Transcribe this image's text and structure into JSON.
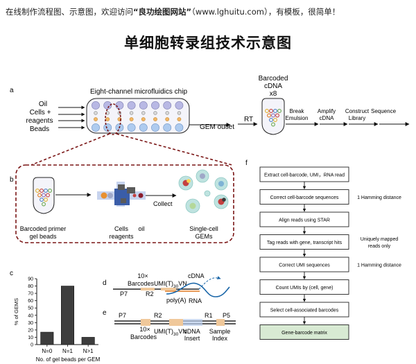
{
  "banner": {
    "prefix": "在线制作流程图、示意图，欢迎访问",
    "site_name": "“良功绘图网站”",
    "suffix": "（www.lghuitu.com），有模板，很简单！"
  },
  "title": "单细胞转录组技术示意图",
  "panel_a": {
    "letter": "a",
    "inputs": [
      "Oil",
      "Cells +",
      "reagents",
      "Beads"
    ],
    "chip_label": "Eight-channel microfluidics chip",
    "gem_outlet": "GEM outlet",
    "rt": "RT",
    "tube_label": [
      "Barcoded",
      "cDNA",
      "x8"
    ],
    "steps": [
      {
        "lines": [
          "Break",
          "Emulsion"
        ]
      },
      {
        "lines": [
          "Amplify",
          "cDNA"
        ]
      },
      {
        "lines": [
          "Construct",
          "Library"
        ]
      },
      {
        "lines": [
          "Sequence"
        ]
      }
    ]
  },
  "panel_b": {
    "letter": "b",
    "bead_label": [
      "Barcoded primer",
      "gel beads"
    ],
    "cells_label": [
      "Cells",
      "reagents"
    ],
    "oil_label": "oil",
    "collect": "Collect",
    "gems_label": [
      "Single-cell",
      "GEMs"
    ]
  },
  "panel_c": {
    "letter": "c",
    "chart_data": {
      "type": "bar",
      "categories": [
        "N=0",
        "N=1",
        "N>1"
      ],
      "values": [
        17,
        80,
        10
      ],
      "ylabel": "% of GEMS",
      "xlabel": "No. of gel beads per GEM",
      "ylim": [
        0,
        90
      ],
      "yticks": [
        0,
        10,
        20,
        30,
        40,
        50,
        60,
        70,
        80,
        90
      ],
      "bar_color": "#3d3d3d"
    }
  },
  "panel_d": {
    "letter": "d",
    "barcodes": [
      "10×",
      "Barcodes"
    ],
    "umi_prefix": "UMI(T)",
    "umi_sub": "30",
    "umi_suffix": "VN",
    "p7": "P7",
    "r2": "R2",
    "polya": "poly(A)",
    "cdna": "cDNA",
    "rna": "RNA"
  },
  "panel_e": {
    "letter": "e",
    "p7": "P7",
    "r2": "R2",
    "r1": "R1",
    "p5": "P5",
    "barcodes": [
      "10×",
      "Barcodes"
    ],
    "umi_prefix": "UMI(T)",
    "umi_sub": "30",
    "umi_suffix": "VN",
    "cdna": [
      "cDNA",
      "Insert"
    ],
    "sample": [
      "Sample",
      "Index"
    ]
  },
  "panel_f": {
    "letter": "f",
    "steps": [
      "Extract cell-barcode, UMI，RNA read",
      "Correct cell-barcode sequences",
      "Align reads using STAR",
      "Tag reads with gene, transcript hits",
      "Correct UMI sequences",
      "Count UMIs by (cell, gene)",
      "Select cell-associated barcodes",
      "Gene-barcode matrix"
    ],
    "notes": [
      {
        "step": 1,
        "lines": [
          "1 Hamming distance"
        ]
      },
      {
        "step": 3,
        "lines": [
          "Uniquely mapped",
          "reads only"
        ]
      },
      {
        "step": 4,
        "lines": [
          "1 Hamming distance"
        ]
      }
    ],
    "final_color": "#d8ead3"
  }
}
